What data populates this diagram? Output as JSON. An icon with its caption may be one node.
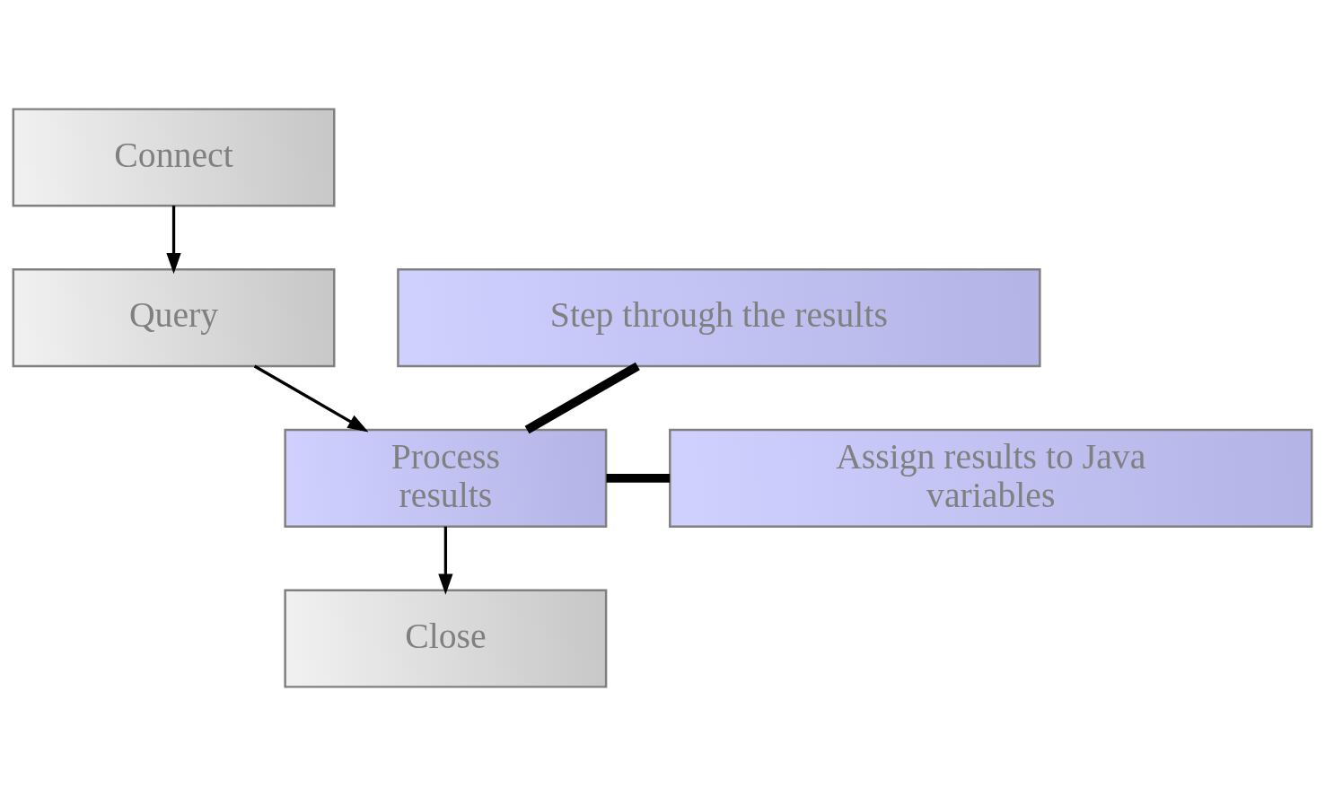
{
  "diagram": {
    "nodes": [
      {
        "text": [
          "Connect"
        ]
      },
      {
        "text": [
          "Query"
        ]
      },
      {
        "text": [
          "Process results"
        ]
      },
      {
        "text": [
          "Step through the results"
        ]
      },
      {
        "text": [
          "Assign results to Java variables"
        ]
      },
      {
        "text": [
          "Close"
        ]
      }
    ],
    "edges": [
      {
        "from": 0,
        "to": 1,
        "arrow": "to"
      },
      {
        "from": 1,
        "to": 2,
        "arrow": "to"
      },
      {
        "from": 2,
        "to": 3,
        "arrow": "none",
        "style": "thick"
      },
      {
        "from": 2,
        "to": 4,
        "arrow": "none",
        "style": "thick"
      },
      {
        "from": 2,
        "to": 5,
        "arrow": "to"
      }
    ]
  }
}
